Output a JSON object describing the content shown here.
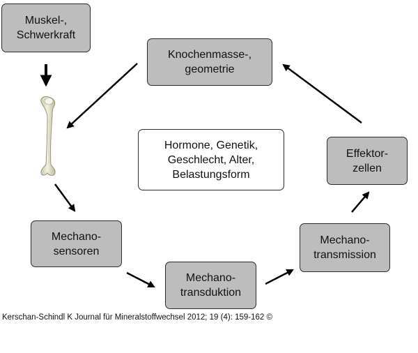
{
  "nodes": {
    "muskel": "Muskel-,\nSchwerkraft",
    "knochen": "Knochenmasse-,\ngeometrie",
    "hormone": "Hormone, Genetik,\nGeschlecht, Alter,\nBelastungsform",
    "effektor": "Effektor-\nzellen",
    "mechanosensoren": "Mechano-\nsensoren",
    "mechanotransmission": "Mechano-\ntransmission",
    "mechanotransduktion": "Mechano-\ntransduktion"
  },
  "citation": "Kerschan-Schindl K Journal für Mineralstoffwechsel 2012; 19 (4): 159-162 ©",
  "colors": {
    "box_fill": "#bdbdbd",
    "box_border": "#2b2b2b",
    "arrow": "#000000"
  },
  "icons": {
    "bone": "femur-bone-icon"
  }
}
